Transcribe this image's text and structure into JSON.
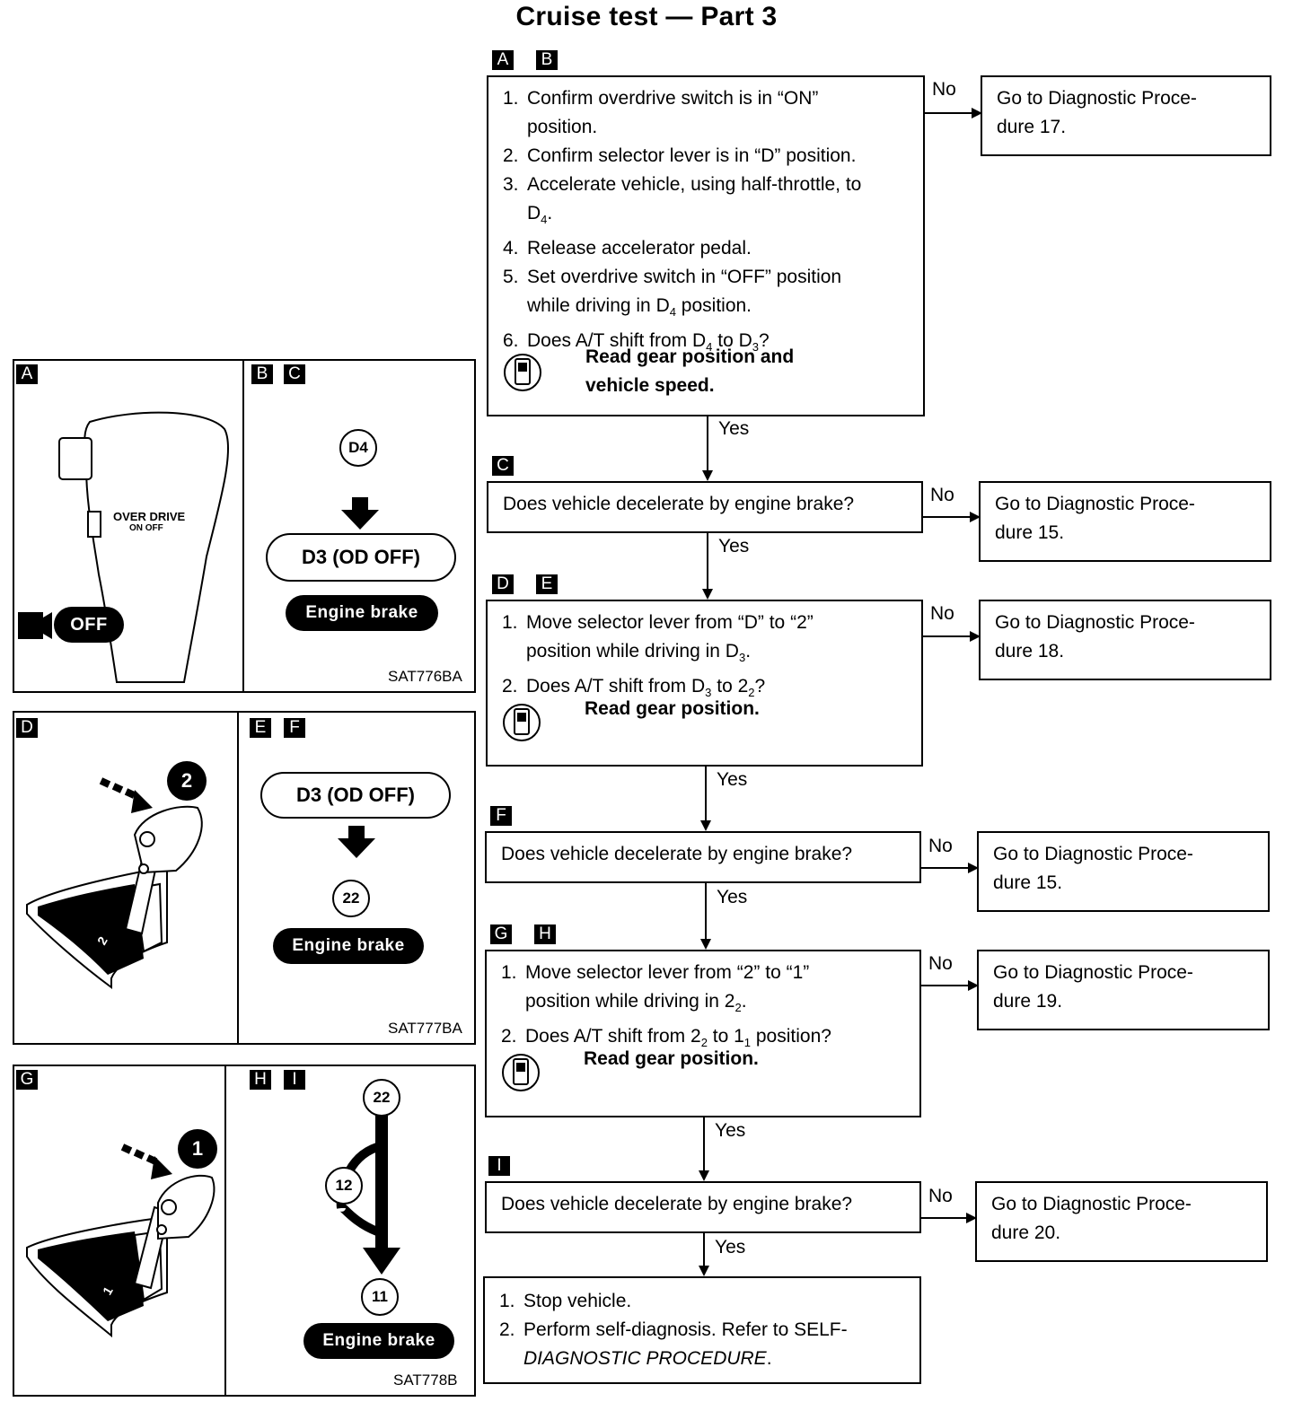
{
  "title": "Cruise test — Part 3",
  "labels": {
    "A": "A",
    "B": "B",
    "C": "C",
    "D": "D",
    "E": "E",
    "F": "F",
    "G": "G",
    "H": "H",
    "I": "I"
  },
  "edges": {
    "yes": "Yes",
    "no": "No"
  },
  "step1": {
    "items": [
      {
        "n": "1.",
        "t": "Confirm overdrive switch is in “ON” position."
      },
      {
        "n": "2.",
        "t": "Confirm selector lever is in “D” position."
      },
      {
        "n": "3.",
        "t": "Accelerate vehicle, using half-throttle, to D4."
      },
      {
        "n": "4.",
        "t": "Release accelerator pedal."
      },
      {
        "n": "5.",
        "t": "Set overdrive switch in “OFF” position while driving in D4 position."
      },
      {
        "n": "6.",
        "t": "Does A/T shift from D4 to D3?"
      }
    ],
    "note_line1": "Read gear position and",
    "note_line2": "vehicle speed.",
    "no_result_line1": "Go to Diagnostic Proce-",
    "no_result_line2": "dure 17."
  },
  "step2": {
    "question": "Does vehicle decelerate by engine brake?",
    "no_result_line1": "Go to Diagnostic Proce-",
    "no_result_line2": "dure 15."
  },
  "step3": {
    "items": [
      {
        "n": "1.",
        "t": "Move selector lever from “D” to “2” position while driving in D3."
      },
      {
        "n": "2.",
        "t": "Does A/T shift from D3 to 22?"
      }
    ],
    "note": "Read gear position.",
    "no_result_line1": "Go to Diagnostic Proce-",
    "no_result_line2": "dure 18."
  },
  "step4": {
    "question": "Does vehicle decelerate by engine brake?",
    "no_result_line1": "Go to Diagnostic Proce-",
    "no_result_line2": "dure 15."
  },
  "step5": {
    "items": [
      {
        "n": "1.",
        "t": "Move selector lever from “2” to “1” position while driving in 22."
      },
      {
        "n": "2.",
        "t": "Does A/T shift from 22 to 11 position?"
      }
    ],
    "note": "Read gear position.",
    "no_result_line1": "Go to Diagnostic Proce-",
    "no_result_line2": "dure 19."
  },
  "step6": {
    "question": "Does vehicle decelerate by engine brake?",
    "no_result_line1": "Go to Diagnostic Proce-",
    "no_result_line2": "dure 20."
  },
  "final": {
    "items": [
      {
        "n": "1.",
        "t": "Stop vehicle."
      },
      {
        "n": "2.",
        "t": "Perform self-diagnosis. Refer to SELF-DIAGNOSTIC PROCEDURE."
      }
    ]
  },
  "illus1": {
    "knob_text1": "OVER DRIVE",
    "knob_text2": "ON  OFF",
    "off_label": "OFF",
    "d4": "D4",
    "d3_odoff": "D3 (OD OFF)",
    "engine_brake": "Engine brake",
    "code": "SAT776BA"
  },
  "illus2": {
    "two": "2",
    "gate_label": "2",
    "d3_odoff": "D3 (OD OFF)",
    "g22": "22",
    "engine_brake": "Engine brake",
    "code": "SAT777BA"
  },
  "illus3": {
    "one": "1",
    "gate_label": "1",
    "g22": "22",
    "g12": "12",
    "g11": "11",
    "engine_brake": "Engine brake",
    "code": "SAT778B"
  }
}
